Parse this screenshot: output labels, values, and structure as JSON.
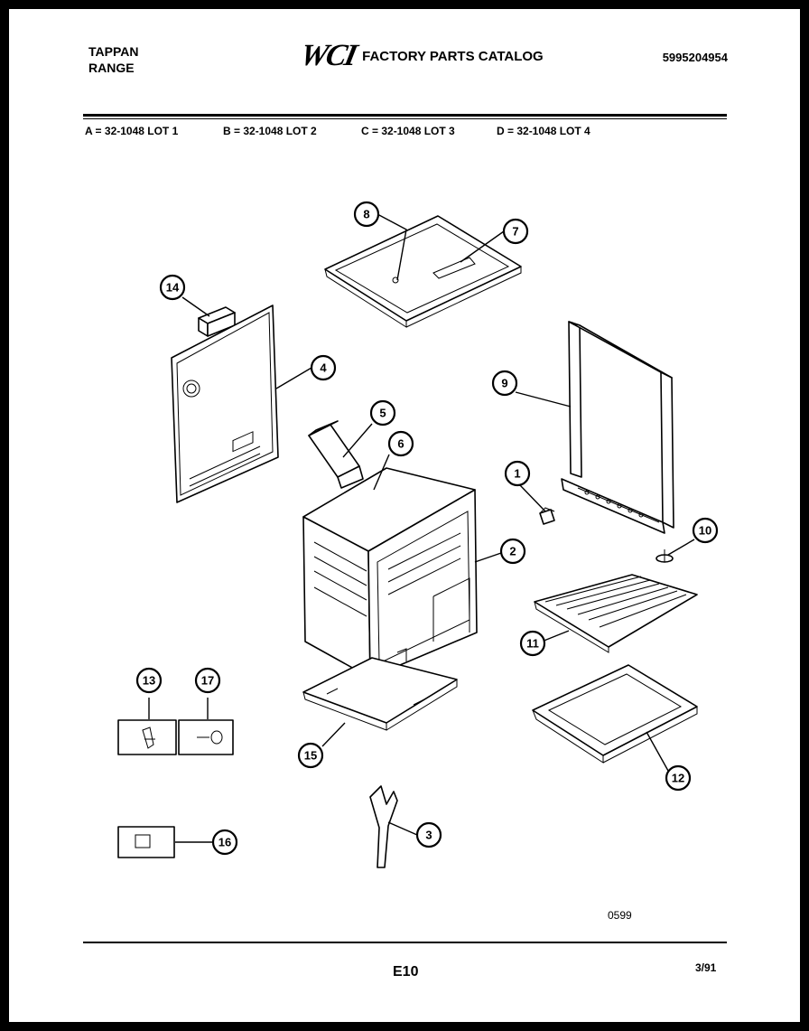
{
  "header": {
    "brand": "TAPPAN",
    "product": "RANGE",
    "logo": "WCI",
    "catalog_title": "FACTORY PARTS CATALOG",
    "part_number": "5995204954"
  },
  "lots": [
    {
      "text": "A = 32-1048 LOT 1"
    },
    {
      "text": "B = 32-1048 LOT 2"
    },
    {
      "text": "C = 32-1048 LOT 3"
    },
    {
      "text": "D = 32-1048 LOT 4"
    }
  ],
  "callouts": [
    "8",
    "7",
    "14",
    "4",
    "9",
    "5",
    "6",
    "1",
    "2",
    "10",
    "11",
    "13",
    "17",
    "15",
    "12",
    "16",
    "3"
  ],
  "footer": {
    "code": "0599",
    "page": "E10",
    "date": "3/91"
  }
}
